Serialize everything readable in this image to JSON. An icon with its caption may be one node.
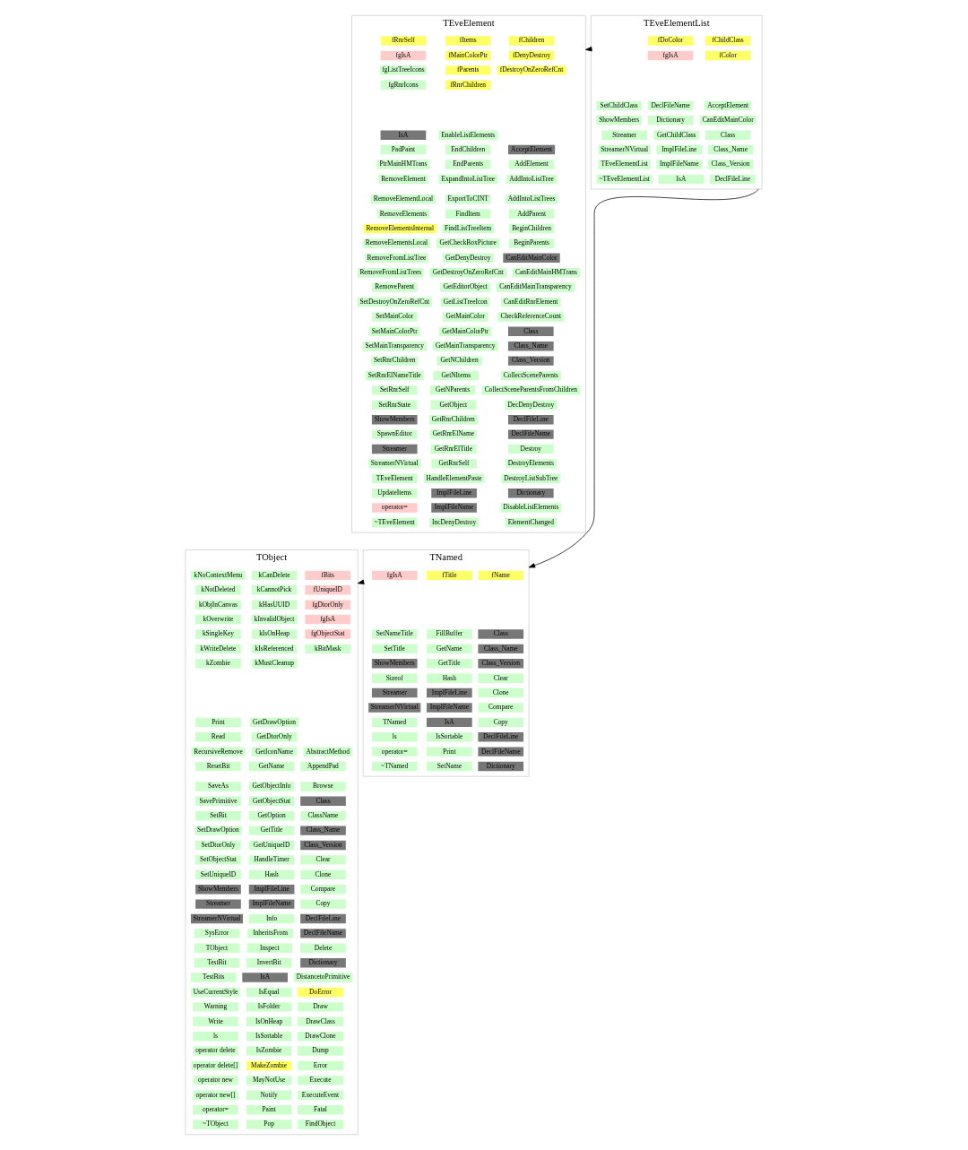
{
  "diagram": {
    "nodes": [
      {
        "text": [
          "TEveElement"
        ]
      },
      {
        "text": [
          "fRnrSelf"
        ],
        "in": 0
      },
      {
        "text": [
          "fgIsA"
        ],
        "in": 0
      },
      {
        "text": [
          "fgListTreeIcons"
        ],
        "in": 0
      },
      {
        "text": [
          "fgRnrIcons"
        ],
        "in": 0
      },
      {
        "text": [
          "fItems"
        ],
        "in": 0
      },
      {
        "text": [
          "fMainColorPtr"
        ],
        "in": 0
      },
      {
        "text": [
          "fParents"
        ],
        "in": 0
      },
      {
        "text": [
          "fRnrChildren"
        ],
        "in": 0
      },
      {
        "text": [
          "fChildren"
        ],
        "in": 0
      },
      {
        "text": [
          "fDenyDestroy"
        ],
        "in": 0
      },
      {
        "text": [
          "fDestroyOnZeroRefCnt"
        ],
        "in": 0
      },
      {
        "text": [
          "IsA"
        ],
        "in": 0
      },
      {
        "text": [
          "PadPaint"
        ],
        "in": 0
      },
      {
        "text": [
          "PtrMainHMTrans"
        ],
        "in": 0
      },
      {
        "text": [
          "RemoveElement"
        ],
        "in": 0
      },
      {
        "text": [
          "RemoveElementLocal"
        ],
        "in": 0
      },
      {
        "text": [
          "RemoveElements"
        ],
        "in": 0
      },
      {
        "text": [
          "RemoveElementsInternal"
        ],
        "in": 0
      },
      {
        "text": [
          "RemoveElementsLocal"
        ],
        "in": 0
      },
      {
        "text": [
          "RemoveFromListTree"
        ],
        "in": 0
      },
      {
        "text": [
          "RemoveFromListTrees"
        ],
        "in": 0
      },
      {
        "text": [
          "RemoveParent"
        ],
        "in": 0
      },
      {
        "text": [
          "SetDestroyOnZeroRefCnt"
        ],
        "in": 0
      },
      {
        "text": [
          "SetMainColor"
        ],
        "in": 0
      },
      {
        "text": [
          "SetMainColorPtr"
        ],
        "in": 0
      },
      {
        "text": [
          "SetMainTransparency"
        ],
        "in": 0
      },
      {
        "text": [
          "SetRnrChildren"
        ],
        "in": 0
      },
      {
        "text": [
          "SetRnrElNameTitle"
        ],
        "in": 0
      },
      {
        "text": [
          "SetRnrSelf"
        ],
        "in": 0
      },
      {
        "text": [
          "SetRnrState"
        ],
        "in": 0
      },
      {
        "text": [
          "ShowMembers"
        ],
        "in": 0
      },
      {
        "text": [
          "SpawnEditor"
        ],
        "in": 0
      },
      {
        "text": [
          "Streamer"
        ],
        "in": 0
      },
      {
        "text": [
          "StreamerNVirtual"
        ],
        "in": 0
      },
      {
        "text": [
          "TEveElement"
        ],
        "in": 0
      },
      {
        "text": [
          "UpdateItems"
        ],
        "in": 0
      },
      {
        "text": [
          "operator="
        ],
        "in": 0
      },
      {
        "text": [
          "~TEveElement"
        ],
        "in": 0
      },
      {
        "text": [
          "EnableListElements"
        ],
        "in": 0
      },
      {
        "text": [
          "EndChildren"
        ],
        "in": 0
      },
      {
        "text": [
          "EndParents"
        ],
        "in": 0
      },
      {
        "text": [
          "ExpandIntoListTree"
        ],
        "in": 0
      },
      {
        "text": [
          "ExportToCINT"
        ],
        "in": 0
      },
      {
        "text": [
          "FindItem"
        ],
        "in": 0
      },
      {
        "text": [
          "FindListTreeItem"
        ],
        "in": 0
      },
      {
        "text": [
          "GetCheckBoxPicture"
        ],
        "in": 0
      },
      {
        "text": [
          "GetDenyDestroy"
        ],
        "in": 0
      },
      {
        "text": [
          "GetDestroyOnZeroRefCnt"
        ],
        "in": 0
      },
      {
        "text": [
          "GetEditorObject"
        ],
        "in": 0
      },
      {
        "text": [
          "GetListTreeIcon"
        ],
        "in": 0
      },
      {
        "text": [
          "GetMainColor"
        ],
        "in": 0
      },
      {
        "text": [
          "GetMainColorPtr"
        ],
        "in": 0
      },
      {
        "text": [
          "GetMainTransparency"
        ],
        "in": 0
      },
      {
        "text": [
          "GetNChildren"
        ],
        "in": 0
      },
      {
        "text": [
          "GetNItems"
        ],
        "in": 0
      },
      {
        "text": [
          "GetNParents"
        ],
        "in": 0
      },
      {
        "text": [
          "GetObject"
        ],
        "in": 0
      },
      {
        "text": [
          "GetRnrChildren"
        ],
        "in": 0
      },
      {
        "text": [
          "GetRnrElName"
        ],
        "in": 0
      },
      {
        "text": [
          "GetRnrElTitle"
        ],
        "in": 0
      },
      {
        "text": [
          "GetRnrSelf"
        ],
        "in": 0
      },
      {
        "text": [
          "HandleElementPaste"
        ],
        "in": 0
      },
      {
        "text": [
          "ImplFileLine"
        ],
        "in": 0
      },
      {
        "text": [
          "ImplFileName"
        ],
        "in": 0
      },
      {
        "text": [
          "IncDenyDestroy"
        ],
        "in": 0
      },
      {
        "text": [
          "AcceptElement"
        ],
        "in": 0
      },
      {
        "text": [
          "AddElement"
        ],
        "in": 0
      },
      {
        "text": [
          "AddIntoListTree"
        ],
        "in": 0
      },
      {
        "text": [
          "AddIntoListTrees"
        ],
        "in": 0
      },
      {
        "text": [
          "AddParent"
        ],
        "in": 0
      },
      {
        "text": [
          "BeginChildren"
        ],
        "in": 0
      },
      {
        "text": [
          "BeginParents"
        ],
        "in": 0
      },
      {
        "text": [
          "CanEditMainColor"
        ],
        "in": 0
      },
      {
        "text": [
          "CanEditMainHMTrans"
        ],
        "in": 0
      },
      {
        "text": [
          "CanEditMainTransparency"
        ],
        "in": 0
      },
      {
        "text": [
          "CanEditRnrElement"
        ],
        "in": 0
      },
      {
        "text": [
          "CheckReferenceCount"
        ],
        "in": 0
      },
      {
        "text": [
          "Class"
        ],
        "in": 0
      },
      {
        "text": [
          "Class_Name"
        ],
        "in": 0
      },
      {
        "text": [
          "Class_Version"
        ],
        "in": 0
      },
      {
        "text": [
          "CollectSceneParents"
        ],
        "in": 0
      },
      {
        "text": [
          "CollectSceneParentsFromChildren"
        ],
        "in": 0
      },
      {
        "text": [
          "DecDenyDestroy"
        ],
        "in": 0
      },
      {
        "text": [
          "DeclFileLine"
        ],
        "in": 0
      },
      {
        "text": [
          "DeclFileName"
        ],
        "in": 0
      },
      {
        "text": [
          "Destroy"
        ],
        "in": 0
      },
      {
        "text": [
          "DestroyElements"
        ],
        "in": 0
      },
      {
        "text": [
          "DestroyListSubTree"
        ],
        "in": 0
      },
      {
        "text": [
          "Dictionary"
        ],
        "in": 0
      },
      {
        "text": [
          "DisableListElements"
        ],
        "in": 0
      },
      {
        "text": [
          "ElementChanged"
        ],
        "in": 0
      },
      {
        "text": [
          "TEveElementList"
        ]
      },
      {
        "text": [
          "fDoColor"
        ],
        "in": 92
      },
      {
        "text": [
          "fgIsA"
        ],
        "in": 92
      },
      {
        "text": [
          "fChildClass"
        ],
        "in": 92
      },
      {
        "text": [
          "fColor"
        ],
        "in": 92
      },
      {
        "text": [
          "SetChildClass"
        ],
        "in": 92
      },
      {
        "text": [
          "ShowMembers"
        ],
        "in": 92
      },
      {
        "text": [
          "Streamer"
        ],
        "in": 92
      },
      {
        "text": [
          "StreamerNVirtual"
        ],
        "in": 92
      },
      {
        "text": [
          "TEveElementList"
        ],
        "in": 92
      },
      {
        "text": [
          "~TEveElementList"
        ],
        "in": 92
      },
      {
        "text": [
          "DeclFileName"
        ],
        "in": 92
      },
      {
        "text": [
          "Dictionary"
        ],
        "in": 92
      },
      {
        "text": [
          "GetChildClass"
        ],
        "in": 92
      },
      {
        "text": [
          "ImplFileLine"
        ],
        "in": 92
      },
      {
        "text": [
          "ImplFileName"
        ],
        "in": 92
      },
      {
        "text": [
          "IsA"
        ],
        "in": 92
      },
      {
        "text": [
          "AcceptElement"
        ],
        "in": 92
      },
      {
        "text": [
          "CanEditMainColor"
        ],
        "in": 92
      },
      {
        "text": [
          "Class"
        ],
        "in": 92
      },
      {
        "text": [
          "Class_Name"
        ],
        "in": 92
      },
      {
        "text": [
          "Class_Version"
        ],
        "in": 92
      },
      {
        "text": [
          "DeclFileLine"
        ],
        "in": 92
      },
      {
        "text": [
          "TObject"
        ]
      },
      {
        "text": [
          "kNoContextMenu"
        ],
        "in": 115
      },
      {
        "text": [
          "kNotDeleted"
        ],
        "in": 115
      },
      {
        "text": [
          "kObjInCanvas"
        ],
        "in": 115
      },
      {
        "text": [
          "kOverwrite"
        ],
        "in": 115
      },
      {
        "text": [
          "kSingleKey"
        ],
        "in": 115
      },
      {
        "text": [
          "kWriteDelete"
        ],
        "in": 115
      },
      {
        "text": [
          "kZombie"
        ],
        "in": 115
      },
      {
        "text": [
          "kCanDelete"
        ],
        "in": 115
      },
      {
        "text": [
          "kCannotPick"
        ],
        "in": 115
      },
      {
        "text": [
          "kHasUUID"
        ],
        "in": 115
      },
      {
        "text": [
          "kInvalidObject"
        ],
        "in": 115
      },
      {
        "text": [
          "kIsOnHeap"
        ],
        "in": 115
      },
      {
        "text": [
          "kIsReferenced"
        ],
        "in": 115
      },
      {
        "text": [
          "kMustCleanup"
        ],
        "in": 115
      },
      {
        "text": [
          "fBits"
        ],
        "in": 115
      },
      {
        "text": [
          "fUniqueID"
        ],
        "in": 115
      },
      {
        "text": [
          "fgDtorOnly"
        ],
        "in": 115
      },
      {
        "text": [
          "fgIsA"
        ],
        "in": 115
      },
      {
        "text": [
          "fgObjectStat"
        ],
        "in": 115
      },
      {
        "text": [
          "kBitMask"
        ],
        "in": 115
      },
      {
        "text": [
          "Print"
        ],
        "in": 115
      },
      {
        "text": [
          "Read"
        ],
        "in": 115
      },
      {
        "text": [
          "RecursiveRemove"
        ],
        "in": 115
      },
      {
        "text": [
          "ResetBit"
        ],
        "in": 115
      },
      {
        "text": [
          "SaveAs"
        ],
        "in": 115
      },
      {
        "text": [
          "SavePrimitive"
        ],
        "in": 115
      },
      {
        "text": [
          "SetBit"
        ],
        "in": 115
      },
      {
        "text": [
          "SetDrawOption"
        ],
        "in": 115
      },
      {
        "text": [
          "SetDtorOnly"
        ],
        "in": 115
      },
      {
        "text": [
          "SetObjectStat"
        ],
        "in": 115
      },
      {
        "text": [
          "SetUniqueID"
        ],
        "in": 115
      },
      {
        "text": [
          "ShowMembers"
        ],
        "in": 115
      },
      {
        "text": [
          "Streamer"
        ],
        "in": 115
      },
      {
        "text": [
          "StreamerNVirtual"
        ],
        "in": 115
      },
      {
        "text": [
          "SysError"
        ],
        "in": 115
      },
      {
        "text": [
          "TObject"
        ],
        "in": 115
      },
      {
        "text": [
          "TestBit"
        ],
        "in": 115
      },
      {
        "text": [
          "TestBits"
        ],
        "in": 115
      },
      {
        "text": [
          "UseCurrentStyle"
        ],
        "in": 115
      },
      {
        "text": [
          "Warning"
        ],
        "in": 115
      },
      {
        "text": [
          "Write"
        ],
        "in": 115
      },
      {
        "text": [
          "ls"
        ],
        "in": 115
      },
      {
        "text": [
          "operator delete"
        ],
        "in": 115
      },
      {
        "text": [
          "operator delete[]"
        ],
        "in": 115
      },
      {
        "text": [
          "operator new"
        ],
        "in": 115
      },
      {
        "text": [
          "operator new[]"
        ],
        "in": 115
      },
      {
        "text": [
          "operator="
        ],
        "in": 115
      },
      {
        "text": [
          "~TObject"
        ],
        "in": 115
      },
      {
        "text": [
          "GetDrawOption"
        ],
        "in": 115
      },
      {
        "text": [
          "GetDtorOnly"
        ],
        "in": 115
      },
      {
        "text": [
          "GetIconName"
        ],
        "in": 115
      },
      {
        "text": [
          "GetName"
        ],
        "in": 115
      },
      {
        "text": [
          "GetObjectInfo"
        ],
        "in": 115
      },
      {
        "text": [
          "GetObjectStat"
        ],
        "in": 115
      },
      {
        "text": [
          "GetOption"
        ],
        "in": 115
      },
      {
        "text": [
          "GetTitle"
        ],
        "in": 115
      },
      {
        "text": [
          "GetUniqueID"
        ],
        "in": 115
      },
      {
        "text": [
          "HandleTimer"
        ],
        "in": 115
      },
      {
        "text": [
          "Hash"
        ],
        "in": 115
      },
      {
        "text": [
          "ImplFileLine"
        ],
        "in": 115
      },
      {
        "text": [
          "ImplFileName"
        ],
        "in": 115
      },
      {
        "text": [
          "Info"
        ],
        "in": 115
      },
      {
        "text": [
          "InheritsFrom"
        ],
        "in": 115
      },
      {
        "text": [
          "Inspect"
        ],
        "in": 115
      },
      {
        "text": [
          "InvertBit"
        ],
        "in": 115
      },
      {
        "text": [
          "IsA"
        ],
        "in": 115
      },
      {
        "text": [
          "IsEqual"
        ],
        "in": 115
      },
      {
        "text": [
          "IsFolder"
        ],
        "in": 115
      },
      {
        "text": [
          "IsOnHeap"
        ],
        "in": 115
      },
      {
        "text": [
          "IsSortable"
        ],
        "in": 115
      },
      {
        "text": [
          "IsZombie"
        ],
        "in": 115
      },
      {
        "text": [
          "MakeZombie"
        ],
        "in": 115
      },
      {
        "text": [
          "MayNotUse"
        ],
        "in": 115
      },
      {
        "text": [
          "Notify"
        ],
        "in": 115
      },
      {
        "text": [
          "Paint"
        ],
        "in": 115
      },
      {
        "text": [
          "Pop"
        ],
        "in": 115
      },
      {
        "text": [
          "AbstractMethod"
        ],
        "in": 115
      },
      {
        "text": [
          "AppendPad"
        ],
        "in": 115
      },
      {
        "text": [
          "Browse"
        ],
        "in": 115
      },
      {
        "text": [
          "Class"
        ],
        "in": 115
      },
      {
        "text": [
          "ClassName"
        ],
        "in": 115
      },
      {
        "text": [
          "Class_Name"
        ],
        "in": 115
      },
      {
        "text": [
          "Class_Version"
        ],
        "in": 115
      },
      {
        "text": [
          "Clear"
        ],
        "in": 115
      },
      {
        "text": [
          "Clone"
        ],
        "in": 115
      },
      {
        "text": [
          "Compare"
        ],
        "in": 115
      },
      {
        "text": [
          "Copy"
        ],
        "in": 115
      },
      {
        "text": [
          "DeclFileLine"
        ],
        "in": 115
      },
      {
        "text": [
          "DeclFileName"
        ],
        "in": 115
      },
      {
        "text": [
          "Delete"
        ],
        "in": 115
      },
      {
        "text": [
          "Dictionary"
        ],
        "in": 115
      },
      {
        "text": [
          "DistancetoPrimitive"
        ],
        "in": 115
      },
      {
        "text": [
          "DoError"
        ],
        "in": 115
      },
      {
        "text": [
          "Draw"
        ],
        "in": 115
      },
      {
        "text": [
          "DrawClass"
        ],
        "in": 115
      },
      {
        "text": [
          "DrawClone"
        ],
        "in": 115
      },
      {
        "text": [
          "Dump"
        ],
        "in": 115
      },
      {
        "text": [
          "Error"
        ],
        "in": 115
      },
      {
        "text": [
          "Execute"
        ],
        "in": 115
      },
      {
        "text": [
          "ExecuteEvent"
        ],
        "in": 115
      },
      {
        "text": [
          "Fatal"
        ],
        "in": 115
      },
      {
        "text": [
          "FindObject"
        ],
        "in": 115
      },
      {
        "text": [
          "TNamed"
        ]
      },
      {
        "text": [
          "fgIsA"
        ],
        "in": 218
      },
      {
        "text": [
          "fTitle"
        ],
        "in": 218
      },
      {
        "text": [
          "fName"
        ],
        "in": 218
      },
      {
        "text": [
          "SetNameTitle"
        ],
        "in": 218
      },
      {
        "text": [
          "SetTitle"
        ],
        "in": 218
      },
      {
        "text": [
          "ShowMembers"
        ],
        "in": 218
      },
      {
        "text": [
          "Sizeof"
        ],
        "in": 218
      },
      {
        "text": [
          "Streamer"
        ],
        "in": 218
      },
      {
        "text": [
          "StreamerNVirtual"
        ],
        "in": 218
      },
      {
        "text": [
          "TNamed"
        ],
        "in": 218
      },
      {
        "text": [
          "ls"
        ],
        "in": 218
      },
      {
        "text": [
          "operator="
        ],
        "in": 218
      },
      {
        "text": [
          "~TNamed"
        ],
        "in": 218
      },
      {
        "text": [
          "FillBuffer"
        ],
        "in": 218
      },
      {
        "text": [
          "GetName"
        ],
        "in": 218
      },
      {
        "text": [
          "GetTitle"
        ],
        "in": 218
      },
      {
        "text": [
          "Hash"
        ],
        "in": 218
      },
      {
        "text": [
          "ImplFileLine"
        ],
        "in": 218
      },
      {
        "text": [
          "ImplFileName"
        ],
        "in": 218
      },
      {
        "text": [
          "IsA"
        ],
        "in": 218
      },
      {
        "text": [
          "IsSortable"
        ],
        "in": 218
      },
      {
        "text": [
          "Print"
        ],
        "in": 218
      },
      {
        "text": [
          "SetName"
        ],
        "in": 218
      },
      {
        "text": [
          "Class"
        ],
        "in": 218
      },
      {
        "text": [
          "Class_Name"
        ],
        "in": 218
      },
      {
        "text": [
          "Class_Version"
        ],
        "in": 218
      },
      {
        "text": [
          "Clear"
        ],
        "in": 218
      },
      {
        "text": [
          "Clone"
        ],
        "in": 218
      },
      {
        "text": [
          "Compare"
        ],
        "in": 218
      },
      {
        "text": [
          "Copy"
        ],
        "in": 218
      },
      {
        "text": [
          "DeclFileLine"
        ],
        "in": 218
      },
      {
        "text": [
          "DeclFileName"
        ],
        "in": 218
      },
      {
        "text": [
          "Dictionary"
        ],
        "in": 218
      }
    ],
    "edges": [
      {
        "from": 92,
        "to": 0,
        "arrow": "to"
      },
      {
        "from": 92,
        "to": 218,
        "arrow": "to"
      },
      {
        "from": 218,
        "to": 115,
        "arrow": "to"
      }
    ]
  }
}
